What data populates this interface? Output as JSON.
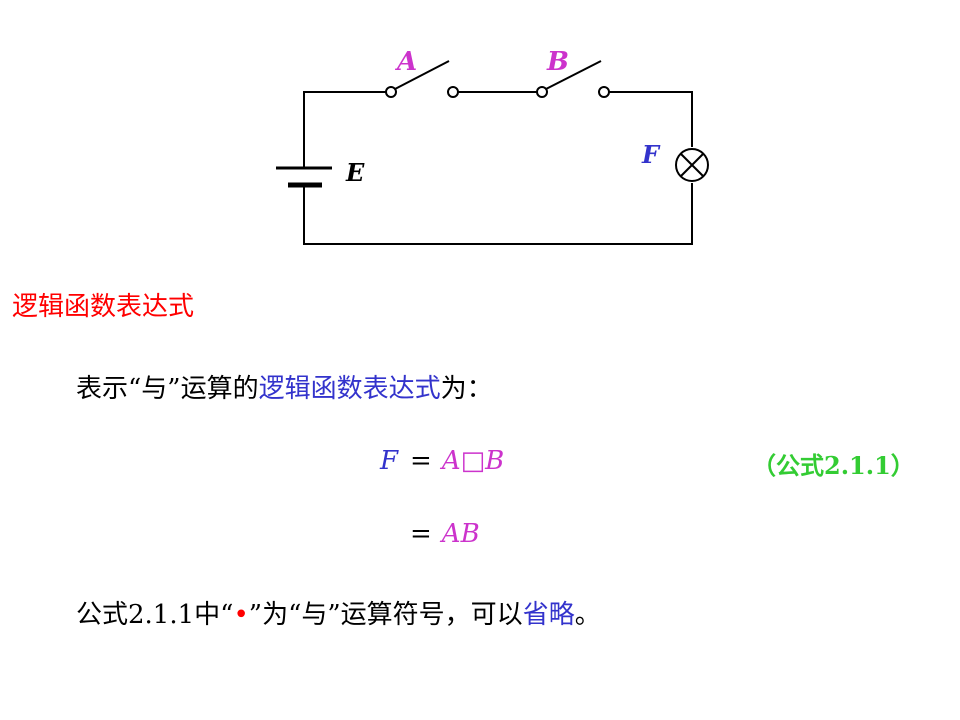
{
  "diagram": {
    "switch_a_label": "A",
    "switch_b_label": "B",
    "battery_label": "E",
    "lamp_label": "F",
    "colors": {
      "wire": "#000000",
      "switch_labels": "#cc33cc",
      "lamp_label": "#3333cc",
      "battery_label": "#000000"
    }
  },
  "heading": "逻辑函数表达式",
  "line1": {
    "prefix": "表示“与”运算的",
    "highlight": "逻辑函数表达式",
    "suffix": "为："
  },
  "formula": {
    "lhs": "F",
    "eq": "=",
    "rhs": "A□B",
    "label": "（公式2.1.1）"
  },
  "formula2": {
    "eq": "=",
    "rhs": "AB"
  },
  "line3": {
    "prefix": "公式2.1.1中“",
    "dot": "•",
    "middle": "”为“与”运算符号，可以",
    "highlight": "省略",
    "suffix": "。"
  },
  "colors": {
    "heading": "#ff0000",
    "formula_rhs": "#cc33cc",
    "formula_lhs": "#3333cc",
    "label": "#33cc33"
  }
}
